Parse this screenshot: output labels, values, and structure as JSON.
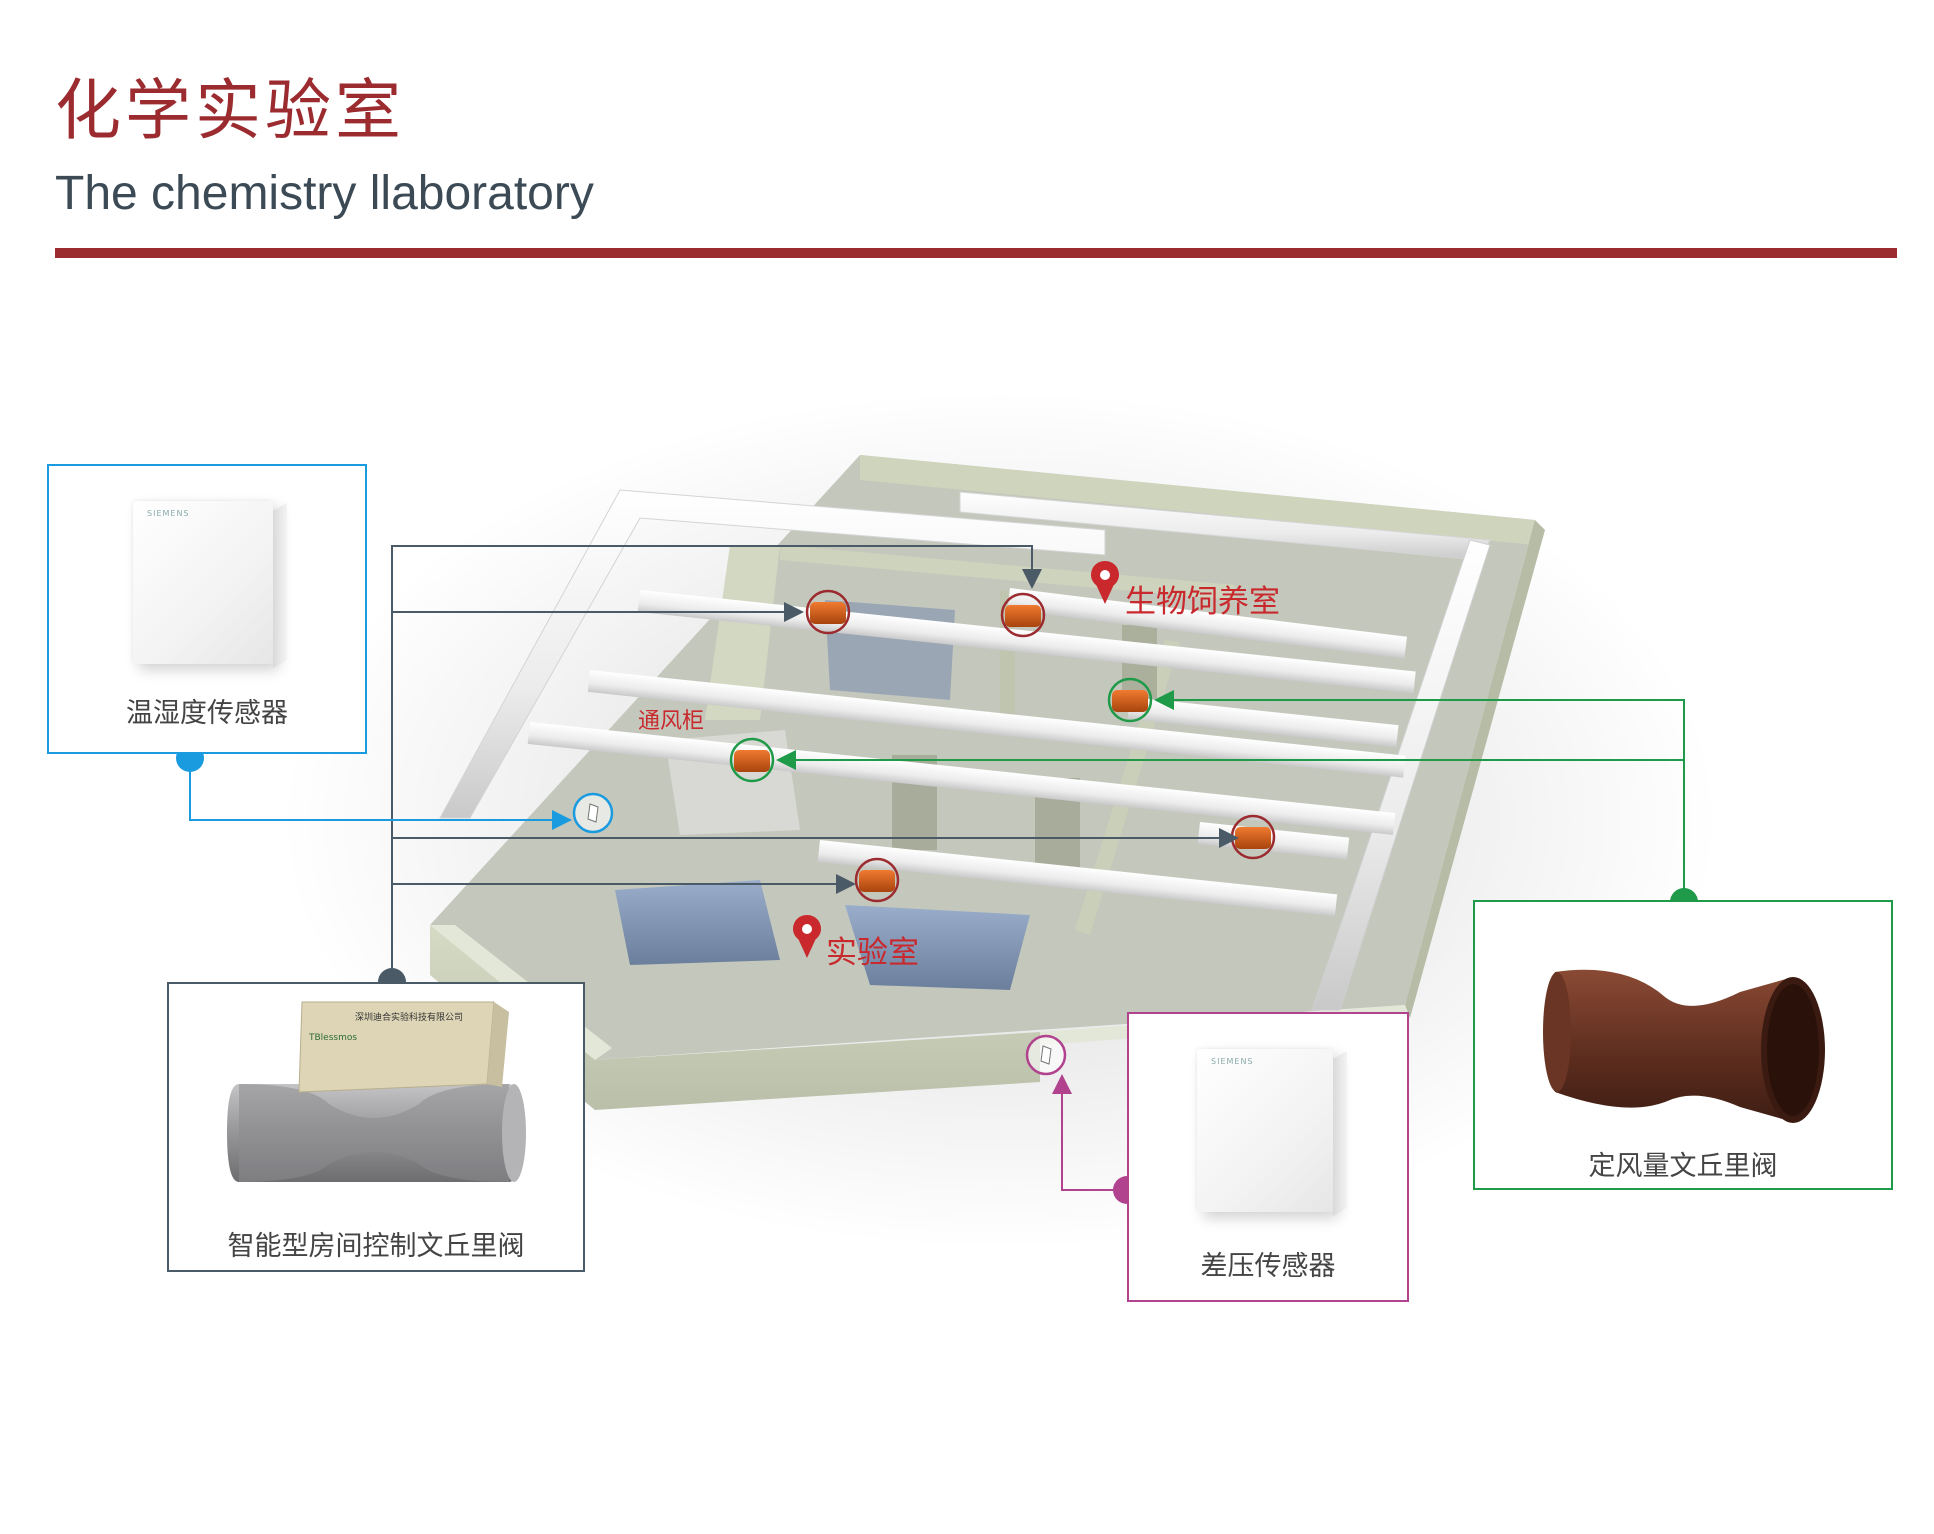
{
  "header": {
    "title_cn": "化学实验室",
    "title_en": "The chemistry llaboratory"
  },
  "rooms": {
    "animal_room": "生物饲养室",
    "lab": "实验室",
    "fume_hood": "通风柜"
  },
  "cards": {
    "temp_humidity": {
      "label": "温湿度传感器",
      "color": "#1a9be0",
      "device_brand": "SIEMENS"
    },
    "room_valve": {
      "label": "智能型房间控制文丘里阀",
      "color": "#4a5a66",
      "device_brand": "TBlessmos",
      "device_text": "深圳迪合实验科技有限公司"
    },
    "pressure": {
      "label": "差压传感器",
      "color": "#b0428e",
      "device_brand": "SIEMENS"
    },
    "cav_valve": {
      "label": "定风量文丘里阀",
      "color": "#1f9a48"
    }
  },
  "colors": {
    "accent": "#9b2b2f",
    "valve_orange": "#d2601c",
    "valve_ring": "#9b2b2f",
    "wall": "#d7dcc7",
    "floor": "#c6cabf",
    "duct": "#f4f4f4"
  }
}
